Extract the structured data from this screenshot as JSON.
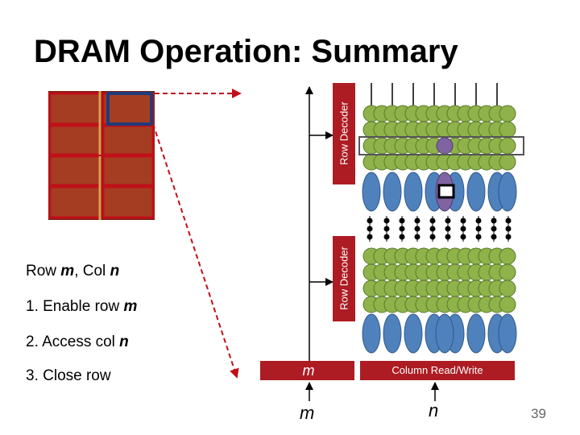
{
  "title": "DRAM Operation: Summary",
  "steps": {
    "row_col_prefix": "Row ",
    "row_var": "m",
    "row_col_mid": ", Col ",
    "col_var": "n",
    "step1_prefix": "1. Enable row ",
    "step1_var": "m",
    "step2_prefix": "2. Access col ",
    "step2_var": "n",
    "step3": "3. Close row"
  },
  "decoders": {
    "top_label": "Row Decoder",
    "bottom_label": "Row Decoder"
  },
  "bottom_bar": {
    "row_address_label": "m",
    "column_rw_label": "Column Read/Write"
  },
  "signals": {
    "m": "m",
    "n": "n"
  },
  "page_number": "39",
  "colors": {
    "decoder": "#ac1c22",
    "cell_green": "#8fb34a",
    "cell_purple": "#8064a2",
    "sense_blue": "#4f81bd",
    "chip_red": "#c0101a",
    "chip_blue": "#1f3b7a",
    "arrow_red": "#c0101a"
  }
}
